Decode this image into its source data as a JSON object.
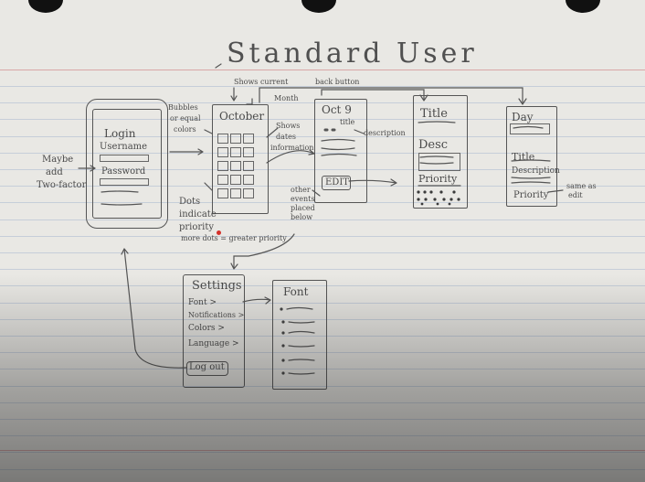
{
  "title": "Standard User",
  "login": {
    "heading": "Login",
    "username_label": "Username",
    "password_label": "Password",
    "side_note": [
      "Maybe",
      "add",
      "Two-factor"
    ]
  },
  "calendar": {
    "month": "October",
    "note_left": [
      "Bubbles",
      "or equal",
      "colors"
    ],
    "note_top": "Shows current",
    "note_month": "Month",
    "arrow_note": [
      "Shows",
      "dates",
      "information"
    ],
    "dots_note": [
      "Dots",
      "indicate",
      "priority"
    ],
    "dots_note2": "more dots = greater priority"
  },
  "day_view": {
    "heading": "Oct 9",
    "back_note": "back button",
    "title_note": "title",
    "desc_note": "description",
    "edit_label": "EDIT",
    "other_note": [
      "other",
      "events",
      "placed",
      "below"
    ]
  },
  "edit_view": {
    "title_label": "Title",
    "desc_label": "Desc",
    "priority_label": "Priority"
  },
  "add_view": {
    "day_label": "Day",
    "title_label": "Title",
    "desc_label": "Description",
    "priority_label": "Priority",
    "note": [
      "same as",
      "edit"
    ]
  },
  "settings": {
    "heading": "Settings",
    "items": [
      "Font >",
      "Notifications >",
      "Colors >",
      "Language >"
    ],
    "logout_label": "Log out"
  },
  "font_view": {
    "heading": "Font"
  }
}
